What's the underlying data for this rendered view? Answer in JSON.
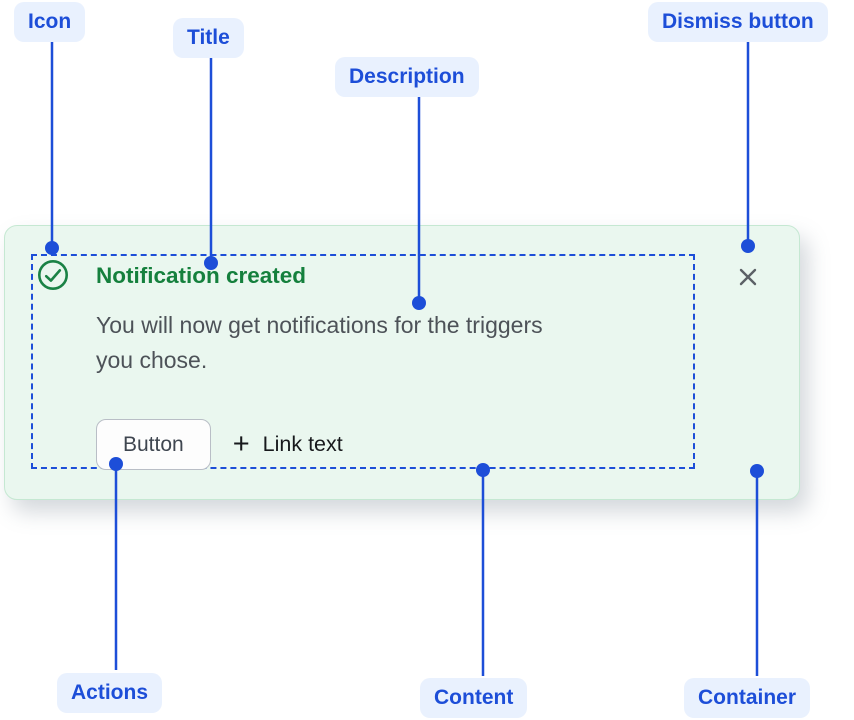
{
  "annotations": {
    "icon": "Icon",
    "title": "Title",
    "description": "Description",
    "dismiss": "Dismiss button",
    "actions": "Actions",
    "content": "Content",
    "container": "Container"
  },
  "flag": {
    "title": "Notification created",
    "description_lines": [
      "You will now get notifications for the triggers",
      "you chose."
    ],
    "button_label": "Button",
    "plus_glyph": "+",
    "link_label": "Link text",
    "icon_name": "success-check-icon",
    "dismiss_icon_name": "close-icon"
  },
  "colors": {
    "annotation_blue": "#1d4ed8",
    "annotation_pill_bg": "#e9f1fe",
    "success_icon_green": "#1a8245",
    "title_green": "#15803d",
    "card_bg": "#eaf7ef",
    "card_border": "#c5e8d2",
    "description_gray": "#4d5258",
    "dark_text": "#17191c",
    "dismiss_gray": "#5c6166",
    "button_border": "#b9bec6"
  }
}
